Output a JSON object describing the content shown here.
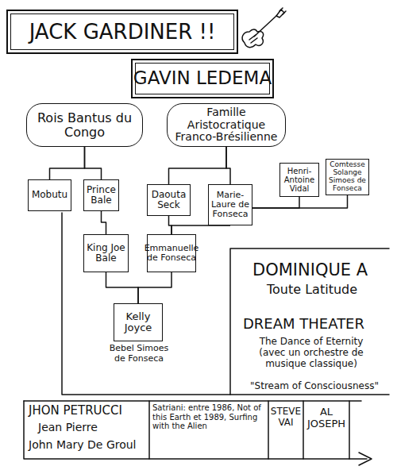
{
  "diagram": {
    "nodes": [
      {
        "text": [
          "JACK GARDINER !!"
        ]
      },
      {
        "text": [
          "GAVIN LEDEMA"
        ]
      },
      {
        "text": [
          "Rois Bantus du Congo"
        ]
      },
      {
        "text": [
          "Famille Aristocratique Franco-Brésilienne"
        ]
      },
      {
        "text": [
          "Henri-Antoine Vidal"
        ]
      },
      {
        "text": [
          "Comtesse Solange Simoes de Fonseca"
        ]
      },
      {
        "text": [
          "Mobutu"
        ]
      },
      {
        "text": [
          "Prince Bale"
        ]
      },
      {
        "text": [
          "Daouta Seck"
        ]
      },
      {
        "text": [
          "Marie-Laure de Fonseca"
        ]
      },
      {
        "text": [
          "King Joe Bale"
        ]
      },
      {
        "text": [
          "Emmanuelle de Fonseca"
        ]
      },
      {
        "text": [
          "Kelly Joyce",
          "Bebel Simoes de Fonseca"
        ]
      }
    ],
    "edges": [
      {
        "from": 2,
        "to": 6,
        "arrow": "none"
      },
      {
        "from": 2,
        "to": 7,
        "arrow": "none"
      },
      {
        "from": 3,
        "to": 8,
        "arrow": "none"
      },
      {
        "from": 3,
        "to": 9,
        "arrow": "none"
      },
      {
        "from": 4,
        "to": 9,
        "arrow": "none"
      },
      {
        "from": 5,
        "to": 9,
        "arrow": "none"
      },
      {
        "from": 7,
        "to": 10,
        "arrow": "none"
      },
      {
        "from": 8,
        "to": 11,
        "arrow": "none"
      },
      {
        "from": 9,
        "to": 11,
        "arrow": "none"
      },
      {
        "from": 10,
        "to": 12,
        "arrow": "none"
      },
      {
        "from": 11,
        "to": 12,
        "arrow": "none"
      }
    ],
    "labels": [
      "DOMINIQUE A",
      "Toute Latitude",
      "DREAM THEATER",
      "The Dance of Eternity (avec un orchestre de musique classique)",
      "\"Stream of Consciousness\"",
      "JHON PETRUCCI",
      "Jean Pierre",
      "John Mary De Groul",
      "Satriani: entre 1986, Not of this Earth et 1989, Surfing with the Alien",
      "STEVE VAI",
      "AL JOSEPH"
    ]
  }
}
